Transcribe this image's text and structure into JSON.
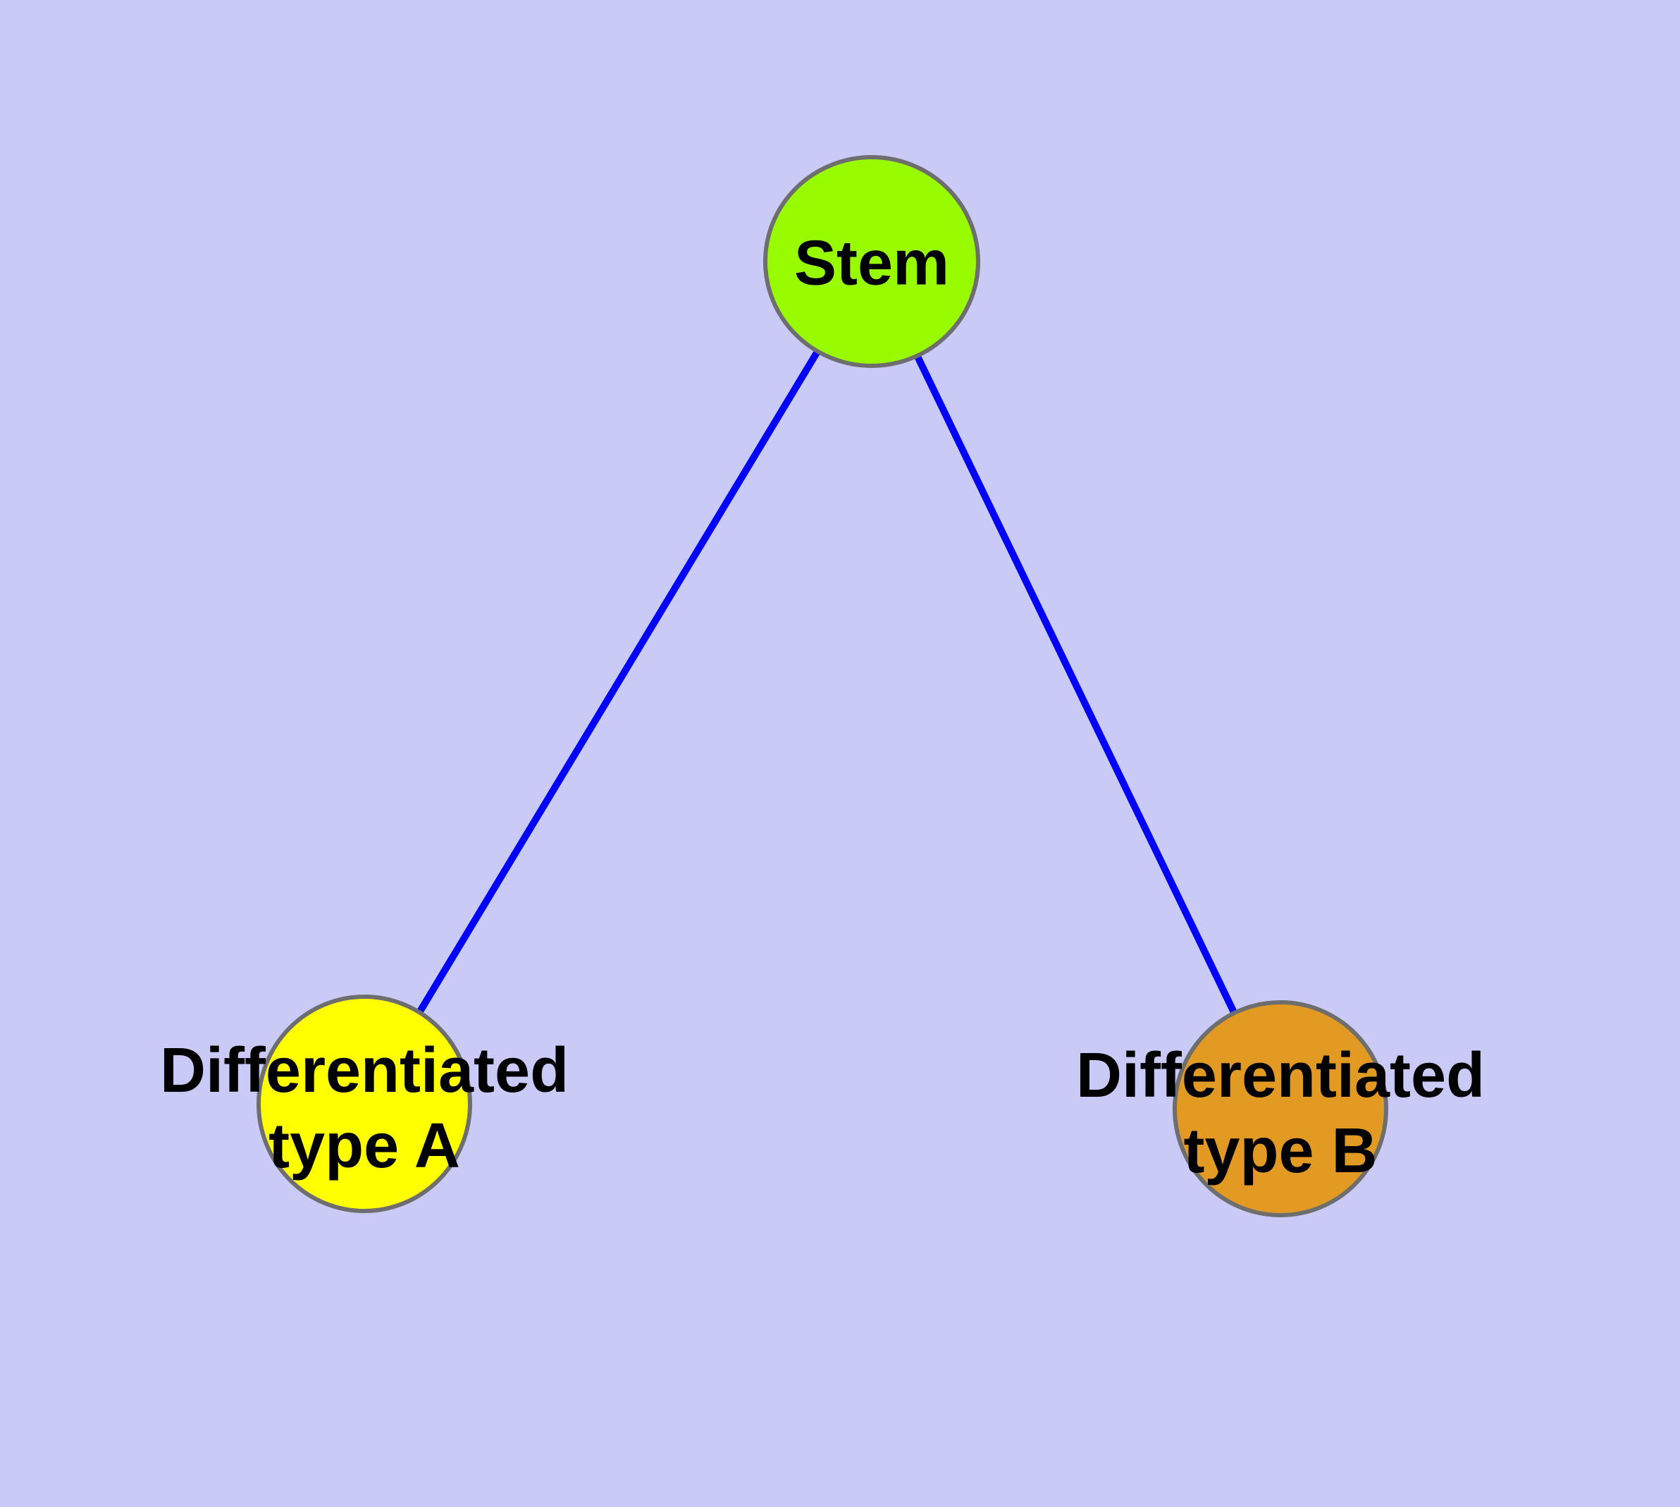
{
  "diagram": {
    "type": "graph",
    "background_color": "#cacaf7",
    "edge_color": "#0202fa",
    "node_border_color": "#6e6e6e",
    "text_color": "#000000",
    "nodes": [
      {
        "id": "stem",
        "label": "Stem",
        "fill": "#99fb00"
      },
      {
        "id": "differentiated-type-a",
        "label": "Differentiated type A",
        "label_line1": "Differentiated",
        "label_line2": "type A",
        "fill": "#ffff00"
      },
      {
        "id": "differentiated-type-b",
        "label": "Differentiated type B",
        "label_line1": "Differentiated",
        "label_line2": "type B",
        "fill": "#e39a22"
      }
    ],
    "edges": [
      {
        "from": "Stem",
        "to": "Differentiated type A"
      },
      {
        "from": "Stem",
        "to": "Differentiated type B"
      }
    ]
  }
}
